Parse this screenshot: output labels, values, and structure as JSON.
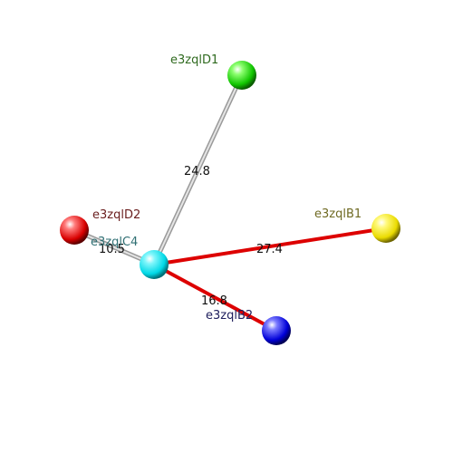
{
  "nodes": [
    {
      "id": "center",
      "label": "e3zqlC4",
      "color": "#00e5f0",
      "label_color": "#2f6f73"
    },
    {
      "id": "d1",
      "label": "e3zqlD1",
      "color": "#1fd200",
      "label_color": "#2f6a1f"
    },
    {
      "id": "d2",
      "label": "e3zqlD2",
      "color": "#e00000",
      "label_color": "#6b2020"
    },
    {
      "id": "b1",
      "label": "e3zqlB1",
      "color": "#f2e600",
      "label_color": "#6f6a23"
    },
    {
      "id": "b2",
      "label": "e3zqlB2",
      "color": "#0000d8",
      "label_color": "#20205e"
    }
  ],
  "edges": [
    {
      "from": "center",
      "to": "d1",
      "label": "24.8",
      "style": "gray"
    },
    {
      "from": "center",
      "to": "d2",
      "label": "10.5",
      "style": "gray"
    },
    {
      "from": "center",
      "to": "b1",
      "label": "27.4",
      "style": "red"
    },
    {
      "from": "center",
      "to": "b2",
      "label": "16.8",
      "style": "red"
    }
  ],
  "colors": {
    "gray_edge": "#c8c8c8",
    "red_edge": "#dd0000"
  }
}
